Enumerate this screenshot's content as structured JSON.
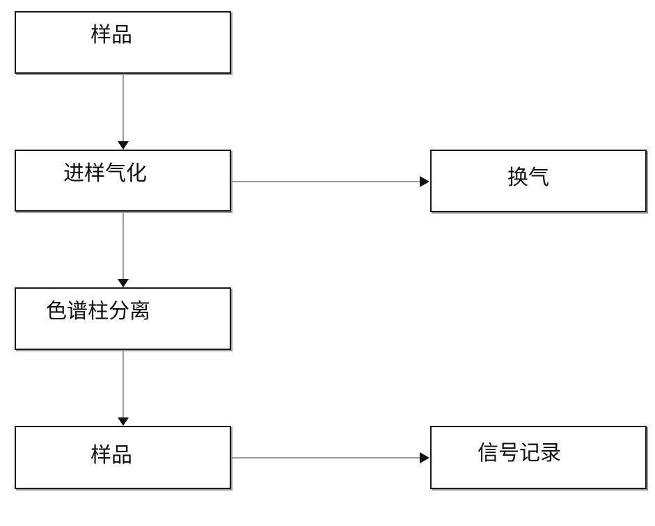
{
  "nodes": {
    "sample_top": "样品",
    "injection_vaporization": "进样气化",
    "ventilation": "换气",
    "column_separation": "色谱柱分离",
    "sample_bottom": "样品",
    "signal_recording": "信号记录"
  },
  "edges": [
    {
      "from": "sample_top",
      "to": "injection_vaporization"
    },
    {
      "from": "injection_vaporization",
      "to": "ventilation"
    },
    {
      "from": "injection_vaporization",
      "to": "column_separation"
    },
    {
      "from": "column_separation",
      "to": "sample_bottom"
    },
    {
      "from": "sample_bottom",
      "to": "signal_recording"
    }
  ],
  "colors": {
    "border": "#1a1a1a",
    "connector": "#9a9a9a",
    "arrowhead": "#111111"
  }
}
